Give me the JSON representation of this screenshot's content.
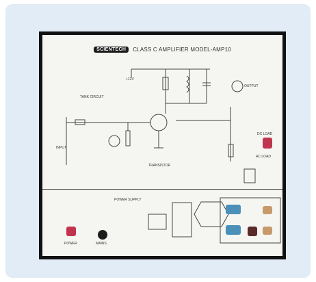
{
  "board": {
    "brand": "SCIENTECH",
    "title": "CLASS C AMPLIFIER MODEL-AMP10"
  },
  "labels": {
    "vcc": "+12V",
    "tank_circuit": "TANK CIRCUIT",
    "output": "OUTPUT",
    "input": "INPUT",
    "transistor": "TRANSISTOR",
    "power_supply": "POWER SUPPLY",
    "power": "POWER",
    "mains": "MAINS",
    "dc_load": "DC LOAD",
    "ac_load": "AC LOAD"
  },
  "colors": {
    "panel_bg": "#f5f5f2",
    "frame_bg": "#e1ecf6",
    "socket_red": "#c0344d",
    "socket_blue": "#4a90b8",
    "socket_orange": "#c79a6b"
  }
}
